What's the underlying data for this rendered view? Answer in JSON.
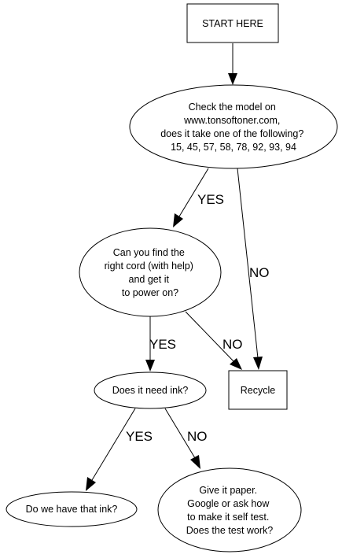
{
  "nodes": {
    "start": {
      "lines": [
        "START HERE"
      ]
    },
    "check_model": {
      "lines": [
        "Check the model on",
        "www.tonsoftoner.com,",
        "does it take one of the following?",
        "15, 45, 57, 58, 78, 92, 93, 94"
      ]
    },
    "find_cord": {
      "lines": [
        "Can you find the",
        "right cord (with help)",
        "and get it",
        "to power on?"
      ]
    },
    "recycle": {
      "lines": [
        "Recycle"
      ]
    },
    "need_ink": {
      "lines": [
        "Does it need ink?"
      ]
    },
    "have_ink": {
      "lines": [
        "Do we have that ink?"
      ]
    },
    "self_test": {
      "lines": [
        "Give it paper.",
        "Google or ask how",
        "to make it self test.",
        "Does the test work?"
      ]
    }
  },
  "edges": {
    "start_to_check": {
      "label": ""
    },
    "check_yes": {
      "label": "YES"
    },
    "check_no": {
      "label": "NO"
    },
    "cord_yes": {
      "label": "YES"
    },
    "cord_no": {
      "label": "NO"
    },
    "ink_yes": {
      "label": "YES"
    },
    "ink_no": {
      "label": "NO"
    }
  }
}
